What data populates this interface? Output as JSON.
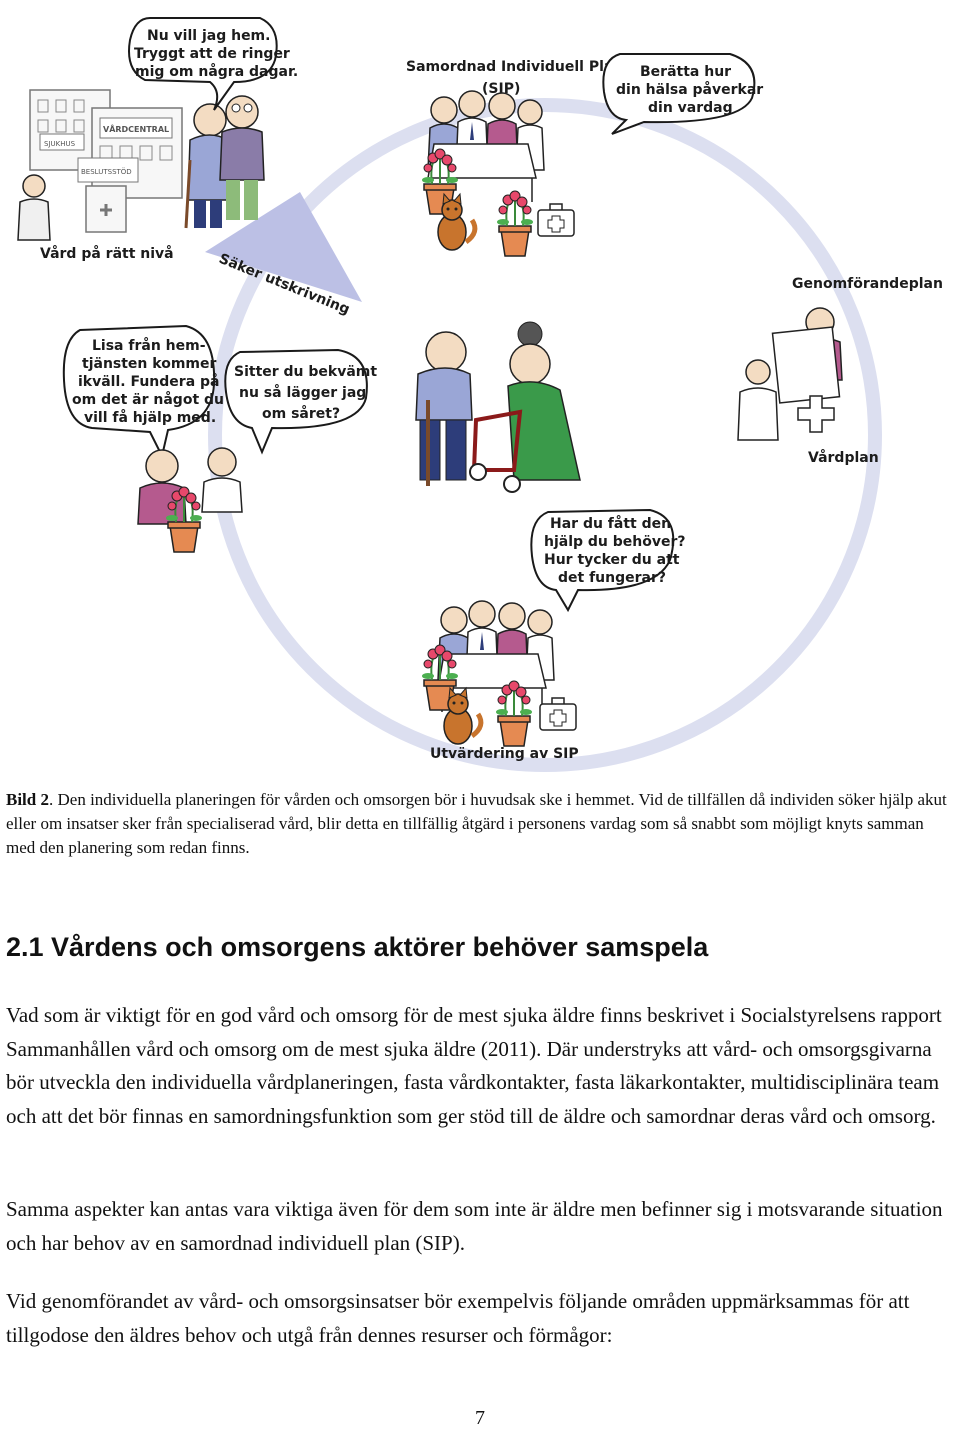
{
  "figure": {
    "bubbles": {
      "go_home": [
        "Nu vill jag hem.",
        "Tryggt att de ringer",
        "mig om några dagar."
      ],
      "tell_health": [
        "Berätta hur",
        "din hälsa påverkar",
        "din vardag"
      ],
      "lisa": [
        "Lisa från hem-",
        "tjänsten kommer",
        "ikväll. Fundera på",
        "om det är något du",
        "vill få hjälp med."
      ],
      "sit_comfort": [
        "Sitter du bekvämt",
        "nu så lägger jag",
        "om såret?"
      ],
      "got_help": [
        "Har du fått den",
        "hjälp du behöver?",
        "Hur tycker du att",
        "det fungerar?"
      ]
    },
    "labels": {
      "sip": [
        "Samordnad Individuell Plan",
        "(SIP)"
      ],
      "care_level": "Vård på rätt nivå",
      "safe_discharge": "Säker utskrivning",
      "implementation_plan": "Genomförandeplan",
      "care_plan": "Vårdplan",
      "sip_evaluation": "Utvärdering av SIP"
    },
    "building_signs": {
      "health_center": "VÅRDCENTRAL",
      "hospital": "SJUKHUS",
      "decision_support": "BESLUTSSTÖD"
    }
  },
  "caption": {
    "label": "Bild 2",
    "text": ". Den individuella planeringen för vården och omsorgen bör i huvudsak ske i hemmet. Vid de tillfällen då individen söker hjälp akut eller om insatser sker från specialiserad vård, blir detta en tillfällig åtgärd i personens vardag som så snabbt som möjligt knyts samman med den planering som redan finns."
  },
  "section": {
    "heading": "2.1 Vårdens och omsorgens aktörer behöver samspela",
    "paragraphs": [
      "Vad som är viktigt för en god vård och omsorg för de mest sjuka äldre finns beskrivet i Socialstyrelsens rapport Sammanhållen vård och omsorg om de mest sjuka äldre (2011). Där understryks att vård- och omsorgsgivarna bör utveckla den individuella vårdplaneringen, fasta vårdkontakter, fasta läkarkontakter, multidisciplinära team och att det bör finnas en samordningsfunktion som ger stöd till de äldre och samordnar deras vård och omsorg.",
      "Samma aspekter kan antas vara viktiga även för dem som inte är äldre men befinner sig i motsvarande situation och har behov av en samordnad individuell plan (SIP).",
      "Vid genomförandet av vård- och omsorgsinsatser bör exempelvis följande områden uppmärksammas för att tillgodose den äldres behov och utgå från dennes resurser och förmågor:"
    ]
  },
  "page_number": "7",
  "colors": {
    "cycle_ring": "#d9dcef",
    "cycle_arrow": "#b9bde4",
    "bubble_stroke": "#1a1a1a",
    "text": "#111111"
  }
}
